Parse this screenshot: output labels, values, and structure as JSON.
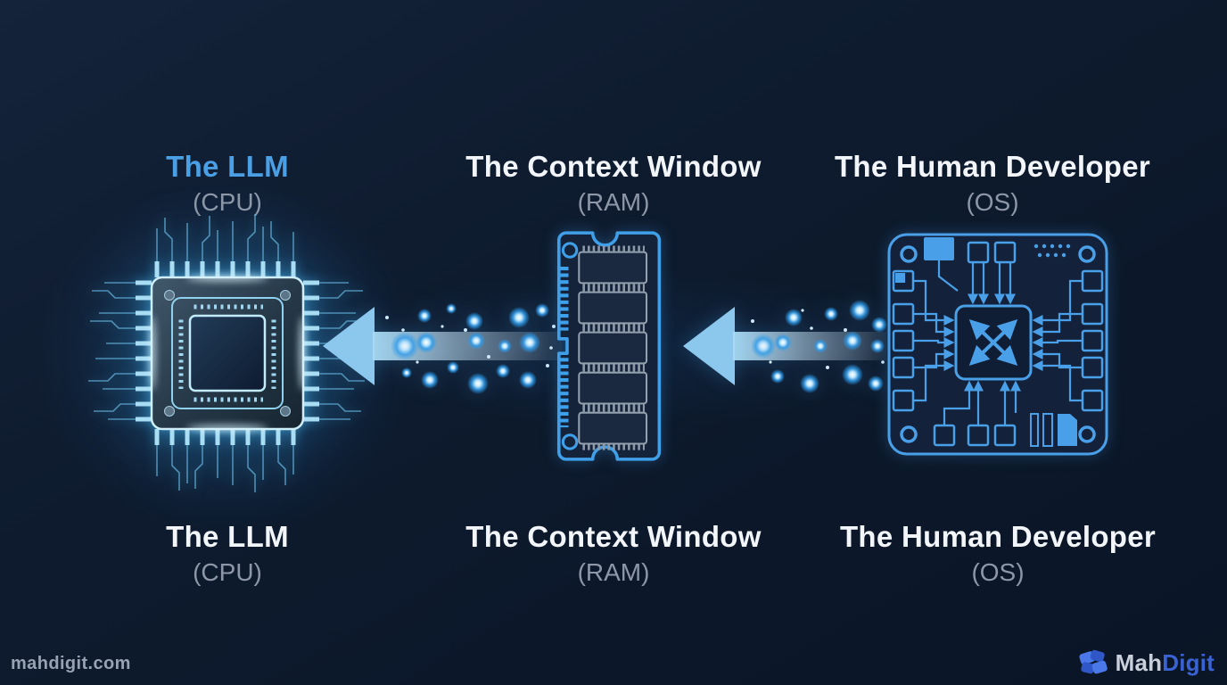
{
  "colors": {
    "background": "#0e1b2e",
    "accent_blue": "#4aa0e8",
    "title_blue": "#4a9fe5",
    "title_white": "#f2f5f9",
    "subtitle_gray": "#8d97a7",
    "brand_blue": "#3a63d2",
    "brand_gray": "#c9cfdb",
    "website_gray": "#99a2b3",
    "particle_blue": "#2f9bea"
  },
  "columns": [
    {
      "id": "llm",
      "icon": "cpu-chip-icon",
      "top": {
        "title": "The LLM",
        "subtitle": "(CPU)"
      },
      "bottom": {
        "title": "The LLM",
        "subtitle": "(CPU)"
      }
    },
    {
      "id": "context-window",
      "icon": "ram-stick-icon",
      "top": {
        "title": "The Context Window",
        "subtitle": "(RAM)"
      },
      "bottom": {
        "title": "The Context Window",
        "subtitle": "(RAM)"
      }
    },
    {
      "id": "human-developer",
      "icon": "circuit-board-icon",
      "top": {
        "title": "The Human Developer",
        "subtitle": "(OS)"
      },
      "bottom": {
        "title": "The Human Developer",
        "subtitle": "(OS)"
      }
    }
  ],
  "flow": {
    "arrows": [
      {
        "id": "ram-to-llm",
        "icon": "flow-arrow-left-icon",
        "direction": "left"
      },
      {
        "id": "os-to-ram",
        "icon": "flow-arrow-left-icon",
        "direction": "left"
      }
    ]
  },
  "footer": {
    "website": "mahdigit.com",
    "brand": {
      "prefix": "Mah",
      "suffix": "Digit",
      "icon": "mahdigit-logo-icon"
    }
  }
}
